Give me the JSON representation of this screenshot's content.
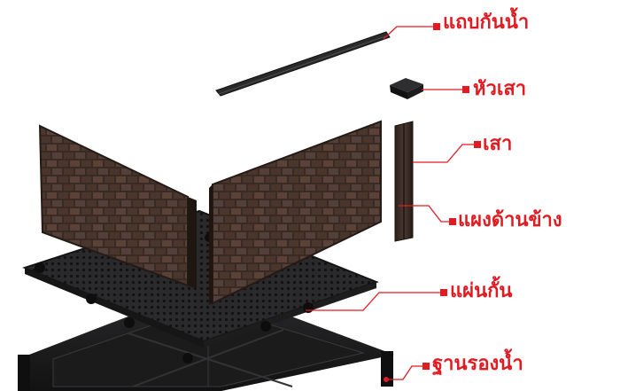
{
  "diagram": {
    "accent_color": "#e11b22",
    "parts": [
      {
        "id": "gutter-strip",
        "label": "แถบกันน้ำ"
      },
      {
        "id": "post-cap",
        "label": "หัวเสา"
      },
      {
        "id": "post",
        "label": "เสา"
      },
      {
        "id": "side-panels",
        "label": "แผงด้านข้าง"
      },
      {
        "id": "divider-plate",
        "label": "แผ่นกั้น"
      },
      {
        "id": "water-base",
        "label": "ฐานรองน้ำ"
      }
    ]
  }
}
